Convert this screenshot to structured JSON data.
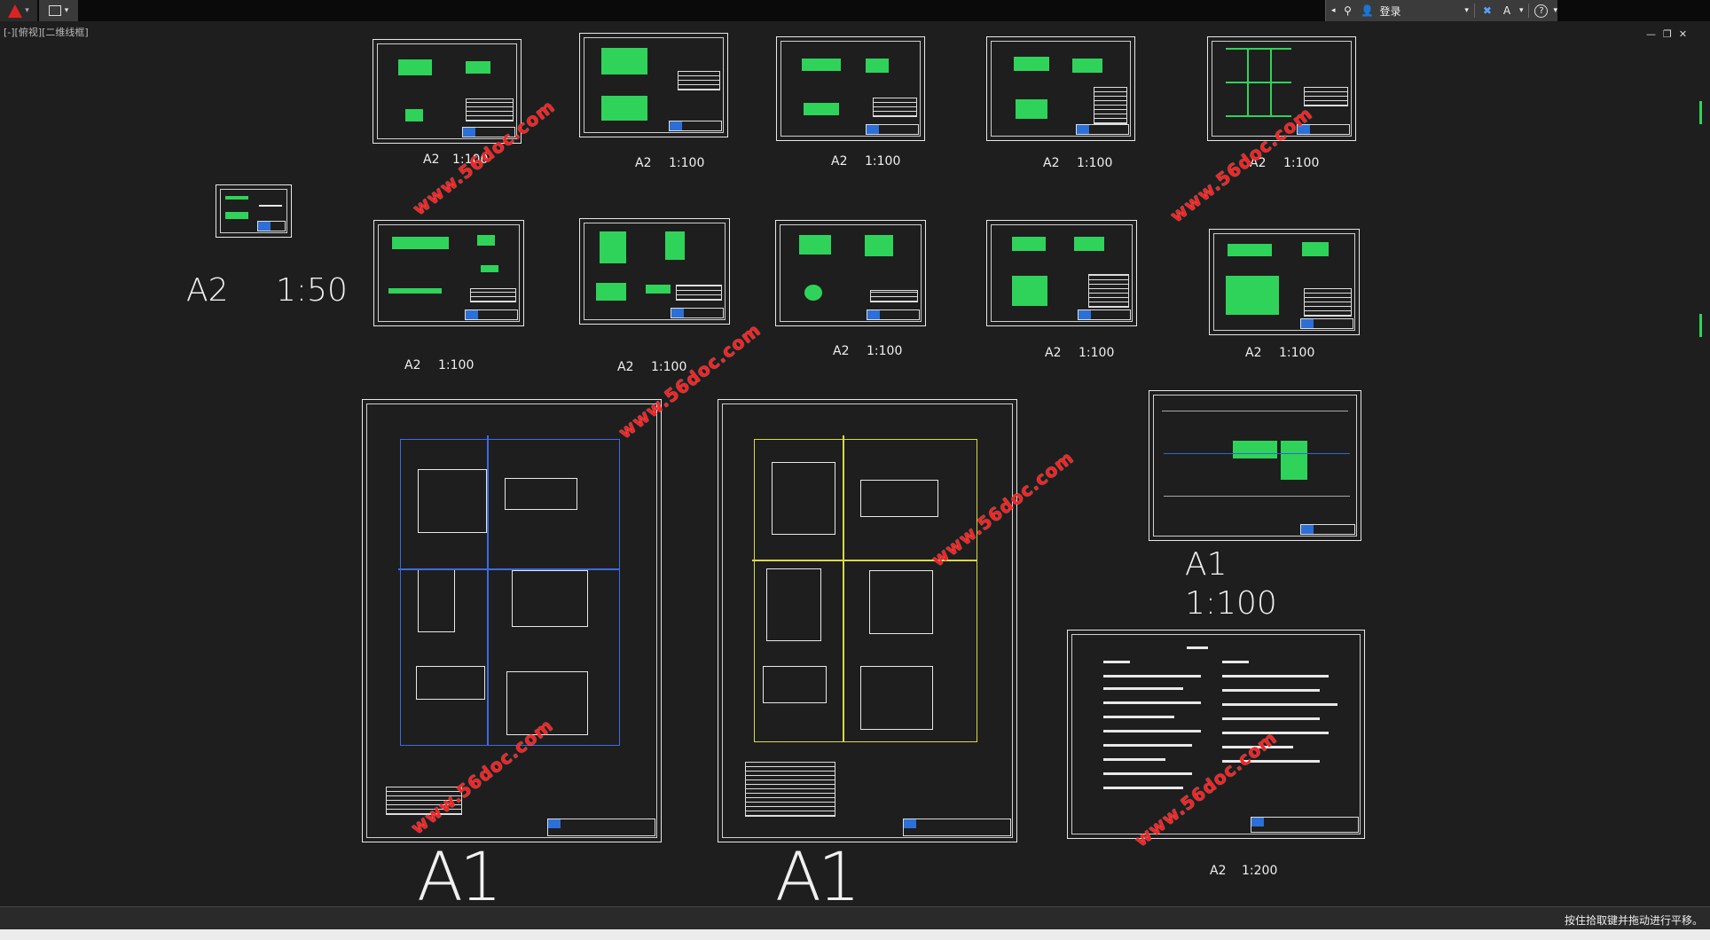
{
  "viewport": {
    "label": "[-][俯视][二维线框]"
  },
  "infobar": {
    "login_label": "登录"
  },
  "status": {
    "message": "按住拾取键并拖动进行平移。"
  },
  "watermark": "www.56doc.com",
  "scales": {
    "a2_label": "A2",
    "a1_label": "A1",
    "s100": "1:100",
    "s50": "1:50",
    "s200": "1:200"
  },
  "colors": {
    "background": "#1e1e1e",
    "drawing_green": "#2fd35a",
    "watermark_red": "#ff2020",
    "plan_blue": "#3b6be6",
    "plan_yellow": "#d8d84a"
  }
}
